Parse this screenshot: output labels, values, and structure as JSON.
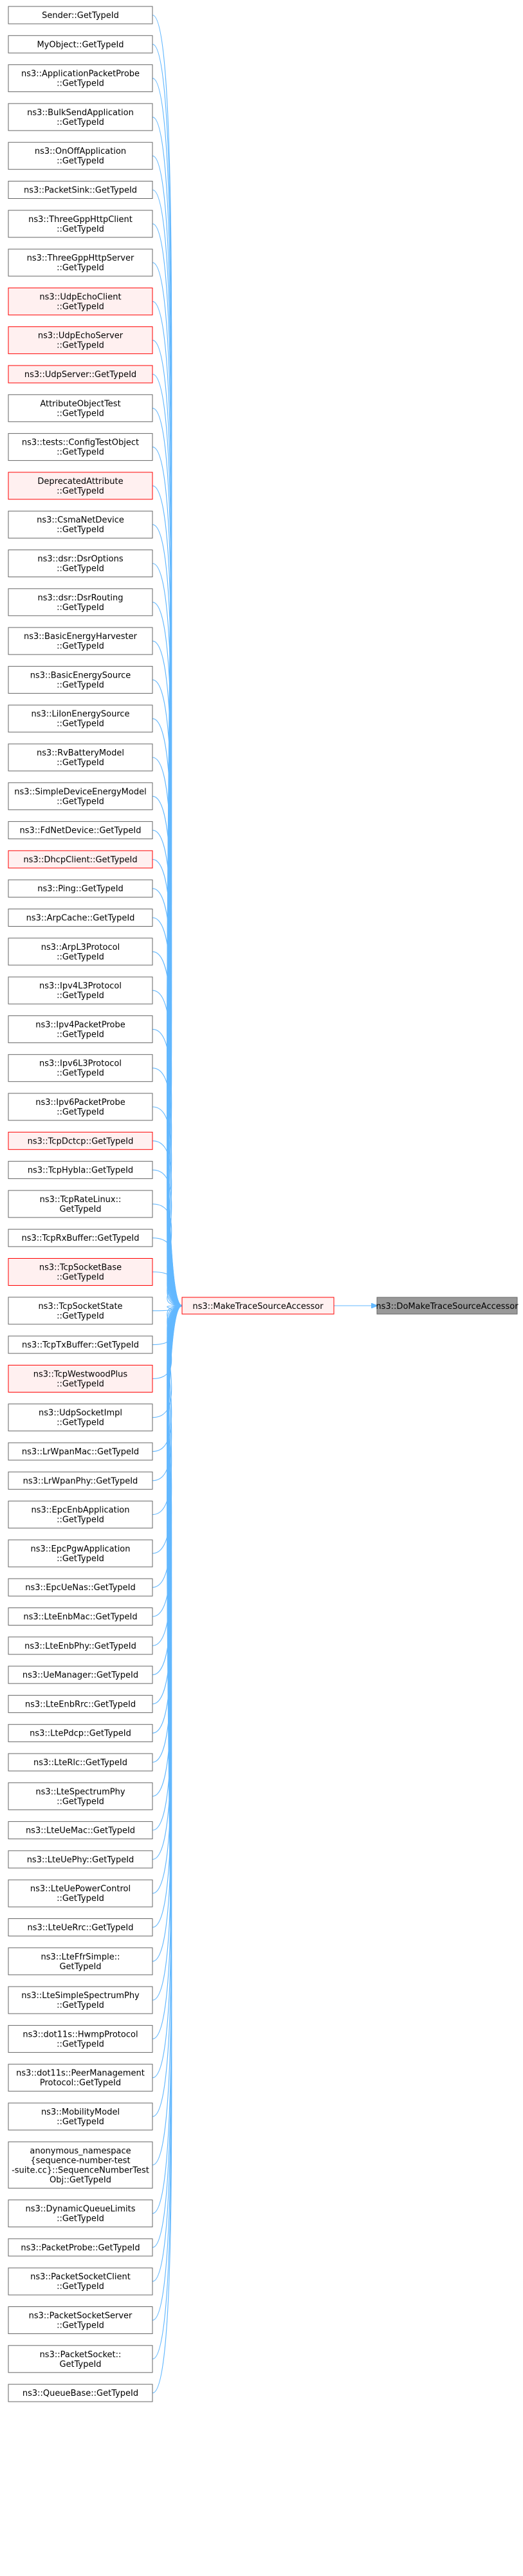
{
  "colors": {
    "edge": "#63b8ff",
    "node_border": "#666666",
    "node_border_highlight": "#ff0000",
    "node_fill": "#ffffff",
    "node_fill_highlight": "#fff0f0",
    "target_fill": "#999999",
    "target_border": "#666666"
  },
  "target": {
    "lines": [
      "ns3::DoMakeTraceSourceAccessor"
    ]
  },
  "center": {
    "lines": [
      "ns3::MakeTraceSourceAccessor"
    ],
    "highlight": true
  },
  "callers": [
    {
      "lines": [
        "Sender::GetTypeId"
      ],
      "highlight": false
    },
    {
      "lines": [
        "MyObject::GetTypeId"
      ],
      "highlight": false
    },
    {
      "lines": [
        "ns3::ApplicationPacketProbe",
        "::GetTypeId"
      ],
      "highlight": false
    },
    {
      "lines": [
        "ns3::BulkSendApplication",
        "::GetTypeId"
      ],
      "highlight": false
    },
    {
      "lines": [
        "ns3::OnOffApplication",
        "::GetTypeId"
      ],
      "highlight": false
    },
    {
      "lines": [
        "ns3::PacketSink::GetTypeId"
      ],
      "highlight": false
    },
    {
      "lines": [
        "ns3::ThreeGppHttpClient",
        "::GetTypeId"
      ],
      "highlight": false
    },
    {
      "lines": [
        "ns3::ThreeGppHttpServer",
        "::GetTypeId"
      ],
      "highlight": false
    },
    {
      "lines": [
        "ns3::UdpEchoClient",
        "::GetTypeId"
      ],
      "highlight": true
    },
    {
      "lines": [
        "ns3::UdpEchoServer",
        "::GetTypeId"
      ],
      "highlight": true
    },
    {
      "lines": [
        "ns3::UdpServer::GetTypeId"
      ],
      "highlight": true
    },
    {
      "lines": [
        "AttributeObjectTest",
        "::GetTypeId"
      ],
      "highlight": false
    },
    {
      "lines": [
        "ns3::tests::ConfigTestObject",
        "::GetTypeId"
      ],
      "highlight": false
    },
    {
      "lines": [
        "DeprecatedAttribute",
        "::GetTypeId"
      ],
      "highlight": true
    },
    {
      "lines": [
        "ns3::CsmaNetDevice",
        "::GetTypeId"
      ],
      "highlight": false
    },
    {
      "lines": [
        "ns3::dsr::DsrOptions",
        "::GetTypeId"
      ],
      "highlight": false
    },
    {
      "lines": [
        "ns3::dsr::DsrRouting",
        "::GetTypeId"
      ],
      "highlight": false
    },
    {
      "lines": [
        "ns3::BasicEnergyHarvester",
        "::GetTypeId"
      ],
      "highlight": false
    },
    {
      "lines": [
        "ns3::BasicEnergySource",
        "::GetTypeId"
      ],
      "highlight": false
    },
    {
      "lines": [
        "ns3::LiIonEnergySource",
        "::GetTypeId"
      ],
      "highlight": false
    },
    {
      "lines": [
        "ns3::RvBatteryModel",
        "::GetTypeId"
      ],
      "highlight": false
    },
    {
      "lines": [
        "ns3::SimpleDeviceEnergyModel",
        "::GetTypeId"
      ],
      "highlight": false
    },
    {
      "lines": [
        "ns3::FdNetDevice::GetTypeId"
      ],
      "highlight": false
    },
    {
      "lines": [
        "ns3::DhcpClient::GetTypeId"
      ],
      "highlight": true
    },
    {
      "lines": [
        "ns3::Ping::GetTypeId"
      ],
      "highlight": false
    },
    {
      "lines": [
        "ns3::ArpCache::GetTypeId"
      ],
      "highlight": false
    },
    {
      "lines": [
        "ns3::ArpL3Protocol",
        "::GetTypeId"
      ],
      "highlight": false
    },
    {
      "lines": [
        "ns3::Ipv4L3Protocol",
        "::GetTypeId"
      ],
      "highlight": false
    },
    {
      "lines": [
        "ns3::Ipv4PacketProbe",
        "::GetTypeId"
      ],
      "highlight": false
    },
    {
      "lines": [
        "ns3::Ipv6L3Protocol",
        "::GetTypeId"
      ],
      "highlight": false
    },
    {
      "lines": [
        "ns3::Ipv6PacketProbe",
        "::GetTypeId"
      ],
      "highlight": false
    },
    {
      "lines": [
        "ns3::TcpDctcp::GetTypeId"
      ],
      "highlight": true
    },
    {
      "lines": [
        "ns3::TcpHybla::GetTypeId"
      ],
      "highlight": false
    },
    {
      "lines": [
        "ns3::TcpRateLinux::",
        "GetTypeId"
      ],
      "highlight": false
    },
    {
      "lines": [
        "ns3::TcpRxBuffer::GetTypeId"
      ],
      "highlight": false
    },
    {
      "lines": [
        "ns3::TcpSocketBase",
        "::GetTypeId"
      ],
      "highlight": true
    },
    {
      "lines": [
        "ns3::TcpSocketState",
        "::GetTypeId"
      ],
      "highlight": false
    },
    {
      "lines": [
        "ns3::TcpTxBuffer::GetTypeId"
      ],
      "highlight": false
    },
    {
      "lines": [
        "ns3::TcpWestwoodPlus",
        "::GetTypeId"
      ],
      "highlight": true
    },
    {
      "lines": [
        "ns3::UdpSocketImpl",
        "::GetTypeId"
      ],
      "highlight": false
    },
    {
      "lines": [
        "ns3::LrWpanMac::GetTypeId"
      ],
      "highlight": false
    },
    {
      "lines": [
        "ns3::LrWpanPhy::GetTypeId"
      ],
      "highlight": false
    },
    {
      "lines": [
        "ns3::EpcEnbApplication",
        "::GetTypeId"
      ],
      "highlight": false
    },
    {
      "lines": [
        "ns3::EpcPgwApplication",
        "::GetTypeId"
      ],
      "highlight": false
    },
    {
      "lines": [
        "ns3::EpcUeNas::GetTypeId"
      ],
      "highlight": false
    },
    {
      "lines": [
        "ns3::LteEnbMac::GetTypeId"
      ],
      "highlight": false
    },
    {
      "lines": [
        "ns3::LteEnbPhy::GetTypeId"
      ],
      "highlight": false
    },
    {
      "lines": [
        "ns3::UeManager::GetTypeId"
      ],
      "highlight": false
    },
    {
      "lines": [
        "ns3::LteEnbRrc::GetTypeId"
      ],
      "highlight": false
    },
    {
      "lines": [
        "ns3::LtePdcp::GetTypeId"
      ],
      "highlight": false
    },
    {
      "lines": [
        "ns3::LteRlc::GetTypeId"
      ],
      "highlight": false
    },
    {
      "lines": [
        "ns3::LteSpectrumPhy",
        "::GetTypeId"
      ],
      "highlight": false
    },
    {
      "lines": [
        "ns3::LteUeMac::GetTypeId"
      ],
      "highlight": false
    },
    {
      "lines": [
        "ns3::LteUePhy::GetTypeId"
      ],
      "highlight": false
    },
    {
      "lines": [
        "ns3::LteUePowerControl",
        "::GetTypeId"
      ],
      "highlight": false
    },
    {
      "lines": [
        "ns3::LteUeRrc::GetTypeId"
      ],
      "highlight": false
    },
    {
      "lines": [
        "ns3::LteFfrSimple::",
        "GetTypeId"
      ],
      "highlight": false
    },
    {
      "lines": [
        "ns3::LteSimpleSpectrumPhy",
        "::GetTypeId"
      ],
      "highlight": false
    },
    {
      "lines": [
        "ns3::dot11s::HwmpProtocol",
        "::GetTypeId"
      ],
      "highlight": false
    },
    {
      "lines": [
        "ns3::dot11s::PeerManagement",
        "Protocol::GetTypeId"
      ],
      "highlight": false
    },
    {
      "lines": [
        "ns3::MobilityModel",
        "::GetTypeId"
      ],
      "highlight": false
    },
    {
      "lines": [
        "anonymous_namespace",
        "{sequence-number-test",
        "-suite.cc}::SequenceNumberTest",
        "Obj::GetTypeId"
      ],
      "highlight": false
    },
    {
      "lines": [
        "ns3::DynamicQueueLimits",
        "::GetTypeId"
      ],
      "highlight": false
    },
    {
      "lines": [
        "ns3::PacketProbe::GetTypeId"
      ],
      "highlight": false
    },
    {
      "lines": [
        "ns3::PacketSocketClient",
        "::GetTypeId"
      ],
      "highlight": false
    },
    {
      "lines": [
        "ns3::PacketSocketServer",
        "::GetTypeId"
      ],
      "highlight": false
    },
    {
      "lines": [
        "ns3::PacketSocket::",
        "GetTypeId"
      ],
      "highlight": false
    },
    {
      "lines": [
        "ns3::QueueBase::GetTypeId"
      ],
      "highlight": false
    }
  ]
}
